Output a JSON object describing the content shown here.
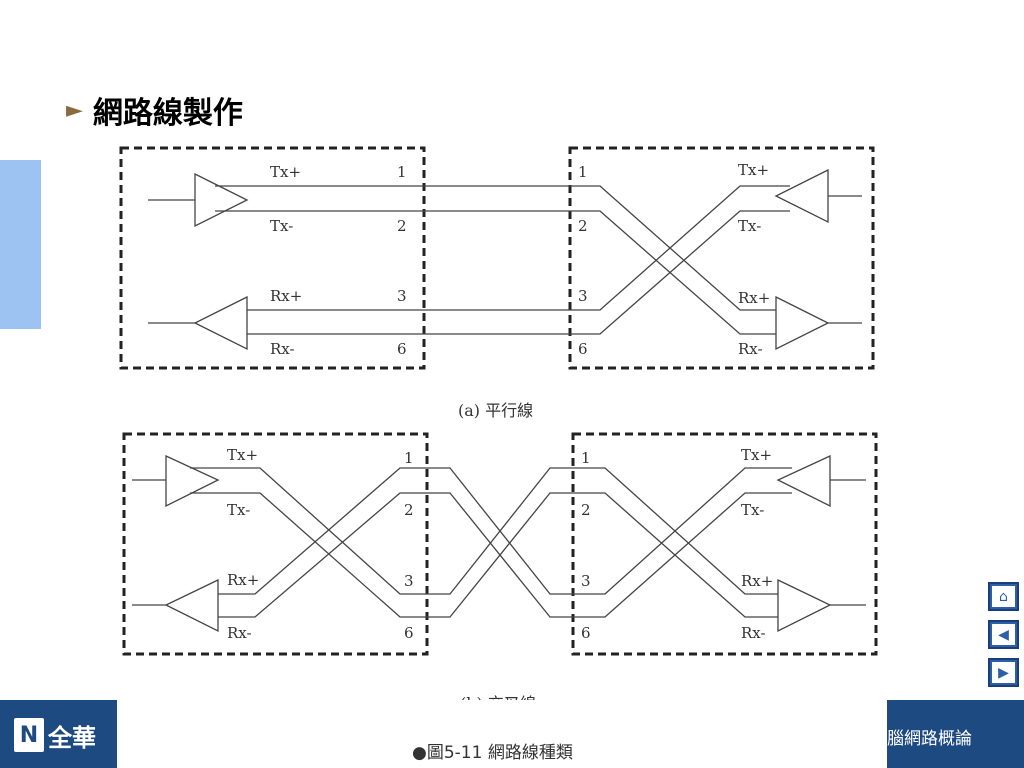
{
  "slide": {
    "title_bullet": "►",
    "title": "網路線製作",
    "caption_a": "(a) 平行線",
    "caption_b": "(b) 交叉線",
    "figure_caption": "●圖5-11 網路線種類",
    "footer_right": "腦網路概論",
    "logo_text": "全華",
    "logo_mark": "N"
  },
  "diagram": {
    "signals": [
      "Tx+",
      "Tx-",
      "Rx+",
      "Rx-"
    ],
    "pins": [
      "1",
      "2",
      "3",
      "6"
    ]
  },
  "nav": {
    "home_icon": "home-icon",
    "prev_icon": "left-arrow-icon",
    "next_icon": "right-arrow-icon",
    "home_glyph": "⌂",
    "prev_glyph": "◀",
    "next_glyph": "▶"
  },
  "colors": {
    "accent": "#9DC3F2",
    "footer": "#1E4A82",
    "nav": "#2C5FA8"
  }
}
